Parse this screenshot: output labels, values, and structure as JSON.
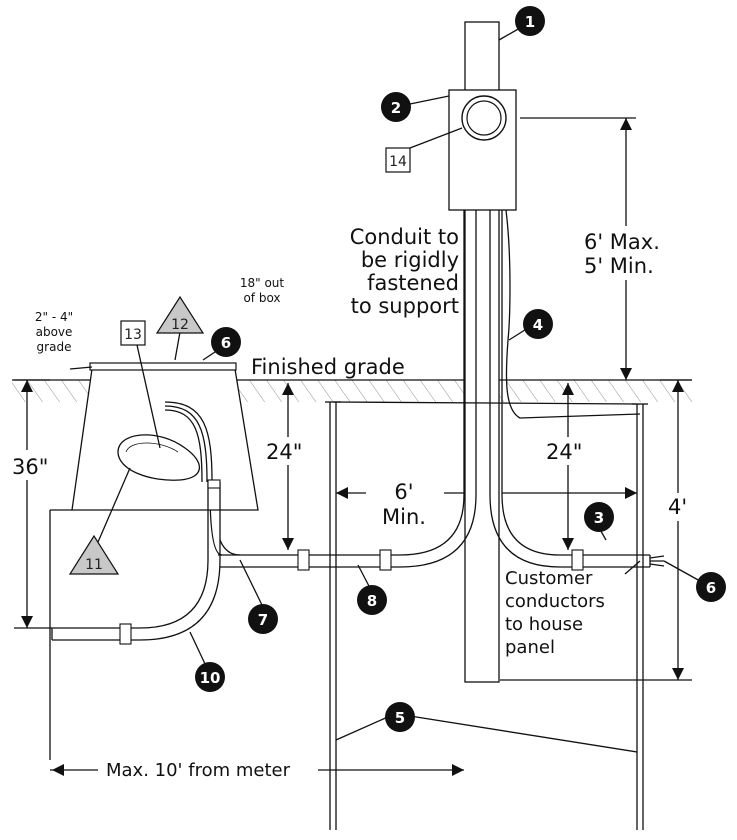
{
  "labels": {
    "conduit_note": [
      "Conduit to",
      "be rigidly",
      "fastened",
      "to support"
    ],
    "height_range": [
      "6' Max.",
      "5' Min."
    ],
    "finished_grade": "Finished grade",
    "depth_left": "36\"",
    "depth_box": "24\"",
    "depth_right": "24\"",
    "rod_depth": "4'",
    "spacing": [
      "6'",
      "Min."
    ],
    "customer_conductors": [
      "Customer",
      "conductors",
      "to house",
      "panel"
    ],
    "above_grade": [
      "2\" - 4\"",
      "above",
      "grade"
    ],
    "out_of_box": [
      "18\" out",
      "of box"
    ],
    "max_from_meter": "Max. 10' from meter"
  },
  "callouts": {
    "c1": "1",
    "c2": "2",
    "c3": "3",
    "c4": "4",
    "c5": "5",
    "c6a": "6",
    "c6b": "6",
    "c7": "7",
    "c8": "8",
    "c10": "10",
    "box13": "13",
    "box14": "14",
    "tri11": "11",
    "tri12": "12"
  },
  "colors": {
    "ink": "#111111",
    "callout_fill": "#111111",
    "triangle_fill": "#c8c8c8",
    "cable_fill": "#ffffff"
  }
}
